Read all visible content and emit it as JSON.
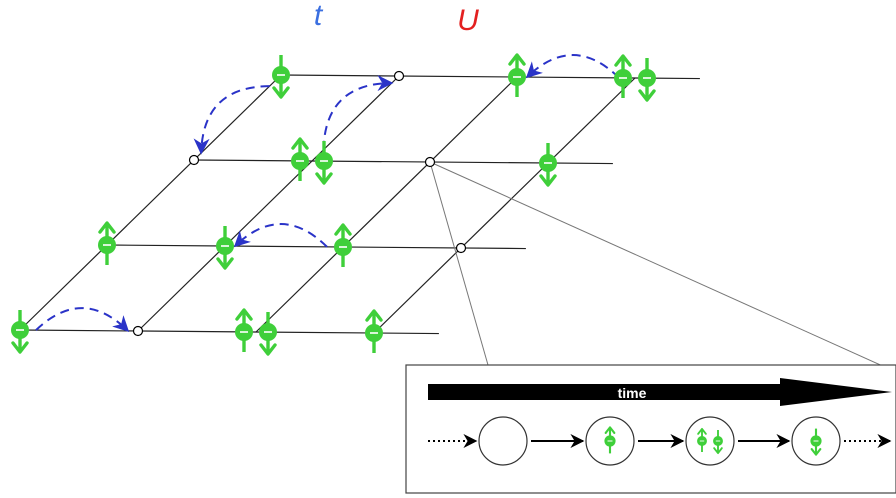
{
  "labels": {
    "hopping": "t",
    "interaction": "U",
    "time_arrow": "time"
  },
  "colors": {
    "electron_green": "#3fcf3a",
    "hopping_blue": "#2a33c8",
    "t_label_blue": "#3b6fe0",
    "U_label_red": "#e32020",
    "lattice_line": "#222222"
  },
  "lattice": {
    "rows": 4,
    "cols": 4,
    "sites": [
      {
        "row": 0,
        "col": 0,
        "state": "down"
      },
      {
        "row": 0,
        "col": 1,
        "state": "empty"
      },
      {
        "row": 0,
        "col": 2,
        "state": "double"
      },
      {
        "row": 0,
        "col": 3,
        "state": "up"
      },
      {
        "row": 1,
        "col": 0,
        "state": "up"
      },
      {
        "row": 1,
        "col": 1,
        "state": "down"
      },
      {
        "row": 1,
        "col": 2,
        "state": "up"
      },
      {
        "row": 1,
        "col": 3,
        "state": "empty"
      },
      {
        "row": 2,
        "col": 0,
        "state": "empty"
      },
      {
        "row": 2,
        "col": 1,
        "state": "double"
      },
      {
        "row": 2,
        "col": 2,
        "state": "empty"
      },
      {
        "row": 2,
        "col": 3,
        "state": "down"
      },
      {
        "row": 3,
        "col": 0,
        "state": "down"
      },
      {
        "row": 3,
        "col": 1,
        "state": "empty"
      },
      {
        "row": 3,
        "col": 2,
        "state": "up"
      },
      {
        "row": 3,
        "col": 3,
        "state": "double"
      }
    ],
    "hops": [
      {
        "from": [
          0,
          0
        ],
        "to": [
          0,
          1
        ]
      },
      {
        "from": [
          1,
          2
        ],
        "to": [
          1,
          1
        ]
      },
      {
        "from": [
          3,
          0
        ],
        "to": [
          2,
          0
        ]
      },
      {
        "from": [
          2,
          1
        ],
        "to": [
          3,
          1
        ]
      },
      {
        "from": [
          3,
          3
        ],
        "to": [
          3,
          2
        ]
      }
    ]
  },
  "inset": {
    "sequence": [
      "empty",
      "up",
      "double",
      "down"
    ]
  }
}
